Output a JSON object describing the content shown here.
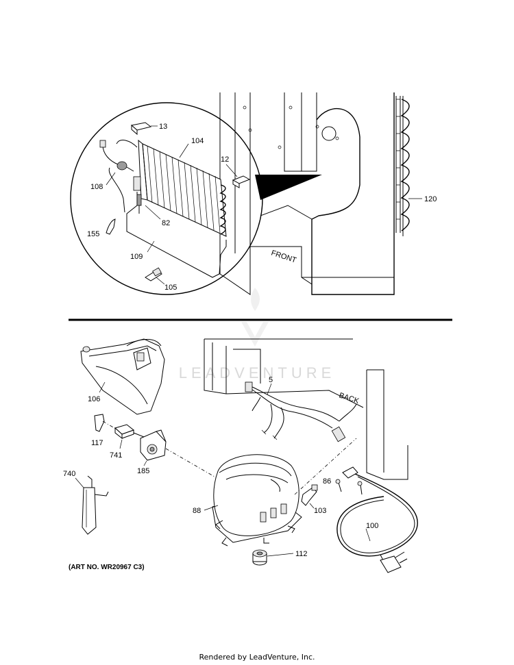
{
  "parts": {
    "p13": "13",
    "p104": "104",
    "p12": "12",
    "p108": "108",
    "p82": "82",
    "p155": "155",
    "p109": "109",
    "p105": "105",
    "p120": "120",
    "p5": "5",
    "p106": "106",
    "p117": "117",
    "p741": "741",
    "p185": "185",
    "p740": "740",
    "p88": "88",
    "p86": "86",
    "p103": "103",
    "p100": "100",
    "p112": "112"
  },
  "callouts": {
    "front": "FRONT",
    "back": "BACK"
  },
  "art_number": "(ART NO. WR20967 C3)",
  "watermark": "LEADVENTURE",
  "footer": "Rendered by LeadVenture, Inc."
}
